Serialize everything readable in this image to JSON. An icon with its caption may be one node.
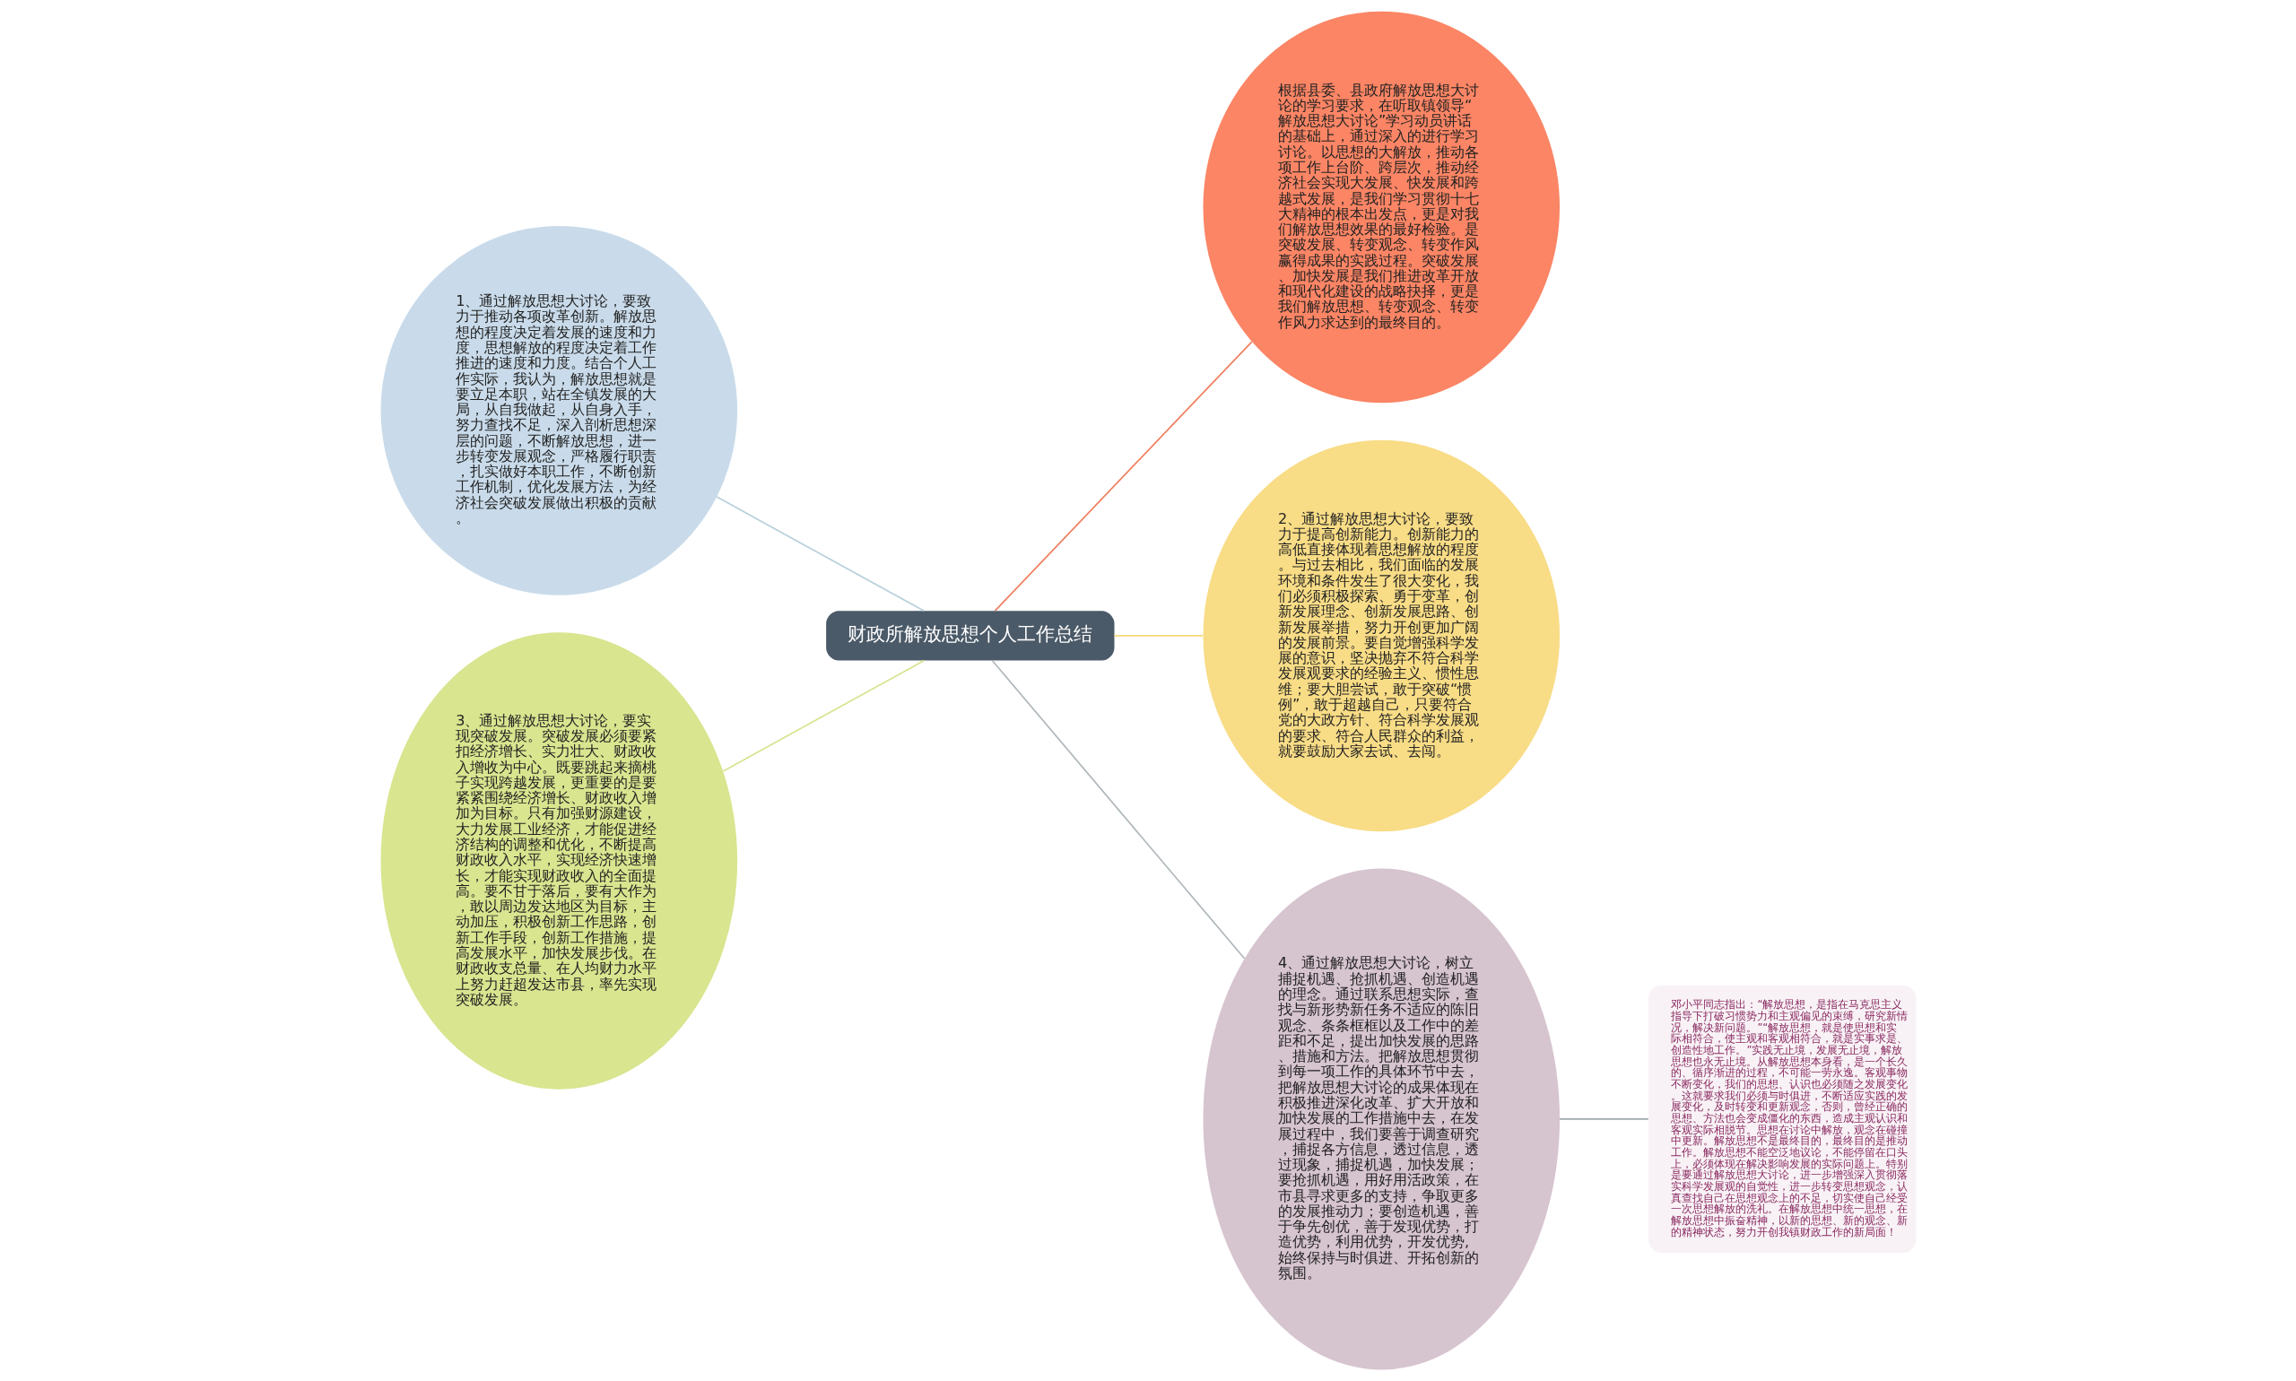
{
  "diagram": {
    "nodes": [
      {
        "text": [
          "财政所解放思想个人工作总结"
        ]
      },
      {
        "text": [
          "根据县委、县政府解放思想大讨论的学习要求，在听取镇领导“解放思想大讨论”学习动员讲话的基础上，通过深入的进行学习讨论。以思想的大解放，推动各项工作上台阶、跨层次，推动经济社会实现大发展、快发展和跨越式发展，是我们学习贯彻十七大精神的根本出发点，更是对我们解放思想效果的最好检验。是突破发展、转变观念、转变作风赢得成果的实践过程。突破发展、加快发展是我们推进改革开放和现代化建设的战略抉择，更是我们解放思想、转变观念、转变作风力求达到的最终目的。"
        ]
      },
      {
        "text": [
          "2、通过解放思想大讨论，要致力于提高创新能力。创新能力的高低直接体现着思想解放的程度。与过去相比，我们面临的发展环境和条件发生了很大变化，我们必须积极探索、勇于变革，创新发展理念、创新发展思路、创新发展举措，努力开创更加广阔的发展前景。要自觉增强科学发展的意识，坚决抛弃不符合科学发展观要求的经验主义、惯性思维；要大胆尝试，敢于突破“惯例”，敢于超越自己，只要符合党的大政方针、符合科学发展观的要求、符合人民群众的利益，就要鼓励大家去试、去闯。"
        ]
      },
      {
        "text": [
          "4、通过解放思想大讨论，树立捕捉机遇、抢抓机遇、创造机遇的理念。通过联系思想实际，查找与新形势新任务不适应的陈旧观念、条条框框以及工作中的差距和不足，提出加快发展的思路、措施和方法。把解放思想贯彻到每一项工作的具体环节中去，把解放思想大讨论的成果体现在积极推进深化改革、扩大开放和加快发展的工作措施中去，在发展过程中，我们要善于调查研究，捕捉各方信息，透过信息，透过现象，捕捉机遇，加快发展；要抢抓机遇，用好用活政策，在市县寻求更多的支持，争取更多的发展推动力；要创造机遇，善于争先创优，善于发现优势，打造优势，利用优势，开发优势,始终保持与时俱进、开拓创新的氛围。"
        ]
      },
      {
        "text": [
          "邓小平同志指出：“解放思想，是指在马克思主义指导下打破习惯势力和主观偏见的束缚，研究新情况，解决新问题。”“解放思想，就是使思想和实际相符合，使主观和客观相符合，就是实事求是、创造性地工作。”实践无止境，发展无止境，解放思想也永无止境。从解放思想本身看，是一个长久的、循序渐进的过程，不可能一劳永逸。客观事物不断变化，我们的思想、认识也必须随之发展变化。这就要求我们必须与时俱进，不断适应实践的发展变化，及时转变和更新观念，否则，曾经正确的思想、方法也会变成僵化的东西，造成主观认识和客观实际相脱节。思想在讨论中解放，观念在碰撞中更新。解放思想不是最终目的，最终目的是推动工作。解放思想不能空泛地议论，不能停留在口头上，必须体现在解决影响发展的实际问题上。特别是要通过解放思想大讨论，进一步增强深入贯彻落实科学发展观的自觉性，进一步转变思想观念，认真查找自己在思想观念上的不足，切实使自己经受一次思想解放的洗礼。在解放思想中统一思想，在解放思想中振奋精神，以新的思想、新的观念、新的精神状态，努力开创我镇财政工作的新局面！"
        ]
      },
      {
        "text": [
          "1、通过解放思想大讨论，要致力于推动各项改革创新。解放思想的程度决定着发展的速度和力度，思想解放的程度决定着工作推进的速度和力度。结合个人工作实际，我认为，解放思想就是要立足本职，站在全镇发展的大局，从自我做起，从自身入手，努力查找不足，深入剖析思想深层的问题，不断解放思想，进一步转变发展观念，严格履行职责，扎实做好本职工作，不断创新工作机制，优化发展方法，为经济社会突破发展做出积极的贡献。"
        ]
      },
      {
        "text": [
          "3、通过解放思想大讨论，要实现突破发展。突破发展必须要紧扣经济增长、实力壮大、财政收入增收为中心。既要跳起来摘桃子实现跨越发展，更重要的是要紧紧围绕经济增长、财政收入增加为目标。只有加强财源建设，大力发展工业经济，才能促进经济结构的调整和优化，不断提高财政收入水平，实现经济快速增长，才能实现财政收入的全面提高。要不甘于落后，要有大作为，敢以周边发达地区为目标，主动加压，积极创新工作思路，创新工作手段，创新工作措施，提高发展水平，加快发展步伐。在财政收支总量、在人均财力水平上努力赶超发达市县，率先实现突破发展。"
        ]
      }
    ],
    "edges": [
      {
        "from": 0,
        "to": 1,
        "arrow": "none",
        "color": "#f08060"
      },
      {
        "from": 0,
        "to": 2,
        "arrow": "none",
        "color": "#f5d878"
      },
      {
        "from": 0,
        "to": 3,
        "arrow": "none",
        "color": "#b0b8bc"
      },
      {
        "from": 3,
        "to": 4,
        "arrow": "none",
        "color": "#a0a8ac"
      },
      {
        "from": 0,
        "to": 5,
        "arrow": "none",
        "color": "#b8d0dc"
      },
      {
        "from": 0,
        "to": 6,
        "arrow": "none",
        "color": "#d8e490"
      }
    ]
  }
}
